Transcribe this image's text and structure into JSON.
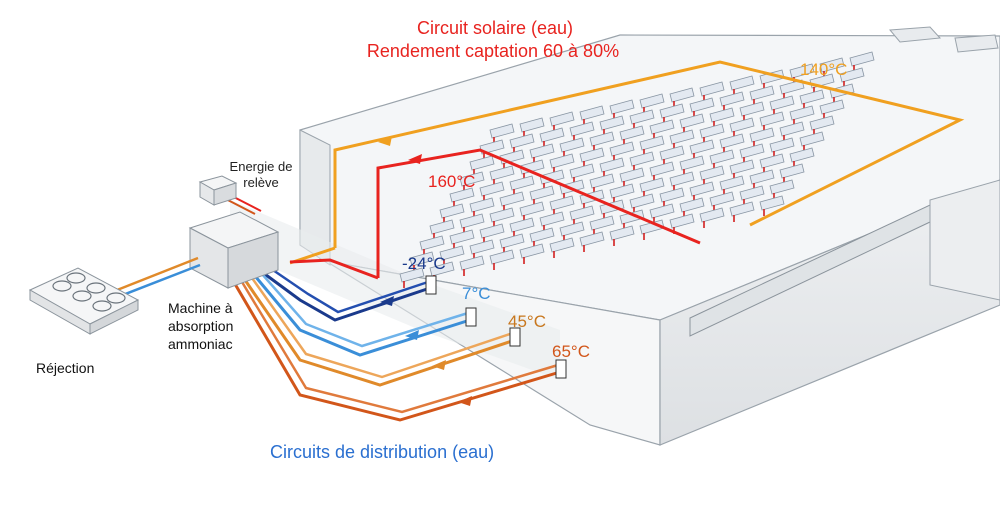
{
  "title": {
    "line1": "Circuit solaire (eau)",
    "line2": "Rendement captation 60 à 80%",
    "color": "#e8231f"
  },
  "labels": {
    "energie_line1": "Energie de",
    "energie_line2": "relève",
    "machine_line1": "Machine à",
    "machine_line2": "absorption",
    "machine_line3": "ammoniac",
    "rejection": "Réjection",
    "distribution": "Circuits de distribution (eau)"
  },
  "solar_loops": [
    {
      "temp": "140°C",
      "color": "#f0a020"
    },
    {
      "temp": "160°C",
      "color": "#e8231f"
    }
  ],
  "distribution_circuits": [
    {
      "temp": "-24°C",
      "color": "#1a3a8c"
    },
    {
      "temp": "7°C",
      "color": "#3a8ed8"
    },
    {
      "temp": "45°C",
      "color": "#e08a2a"
    },
    {
      "temp": "65°C",
      "color": "#d2561a"
    }
  ],
  "colors": {
    "distribution_title": "#2a6fd0",
    "building_top": "#f3f5f7",
    "building_side": "#e3e6e9",
    "building_edge": "#9aa3ab"
  }
}
